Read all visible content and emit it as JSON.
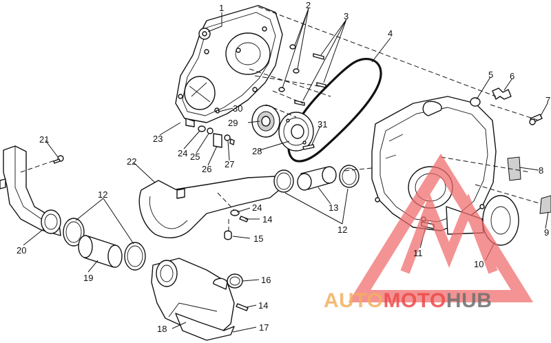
{
  "callouts": {
    "c1": "1",
    "c2": "2",
    "c3": "3",
    "c4": "4",
    "c5": "5",
    "c6": "6",
    "c7": "7",
    "c8": "8",
    "c9": "9",
    "c10": "10",
    "c11": "11",
    "c12a": "12",
    "c12b": "12",
    "c13": "13",
    "c14a": "14",
    "c14b": "14",
    "c15": "15",
    "c16": "16",
    "c17": "17",
    "c18": "18",
    "c19": "19",
    "c20": "20",
    "c21": "21",
    "c22": "22",
    "c23": "23",
    "c24a": "24",
    "c24b": "24",
    "c25": "25",
    "c26": "26",
    "c27": "27",
    "c28": "28",
    "c29": "29",
    "c30": "30",
    "c31": "31"
  },
  "watermark": {
    "part1": "AUTO",
    "part2": "MOTO",
    "part3": "HUB",
    "color_auto": "#f3b060",
    "color_moto": "#ee4a4a",
    "color_hub": "#6f6f6f",
    "logo_color": "#f06a6a"
  }
}
